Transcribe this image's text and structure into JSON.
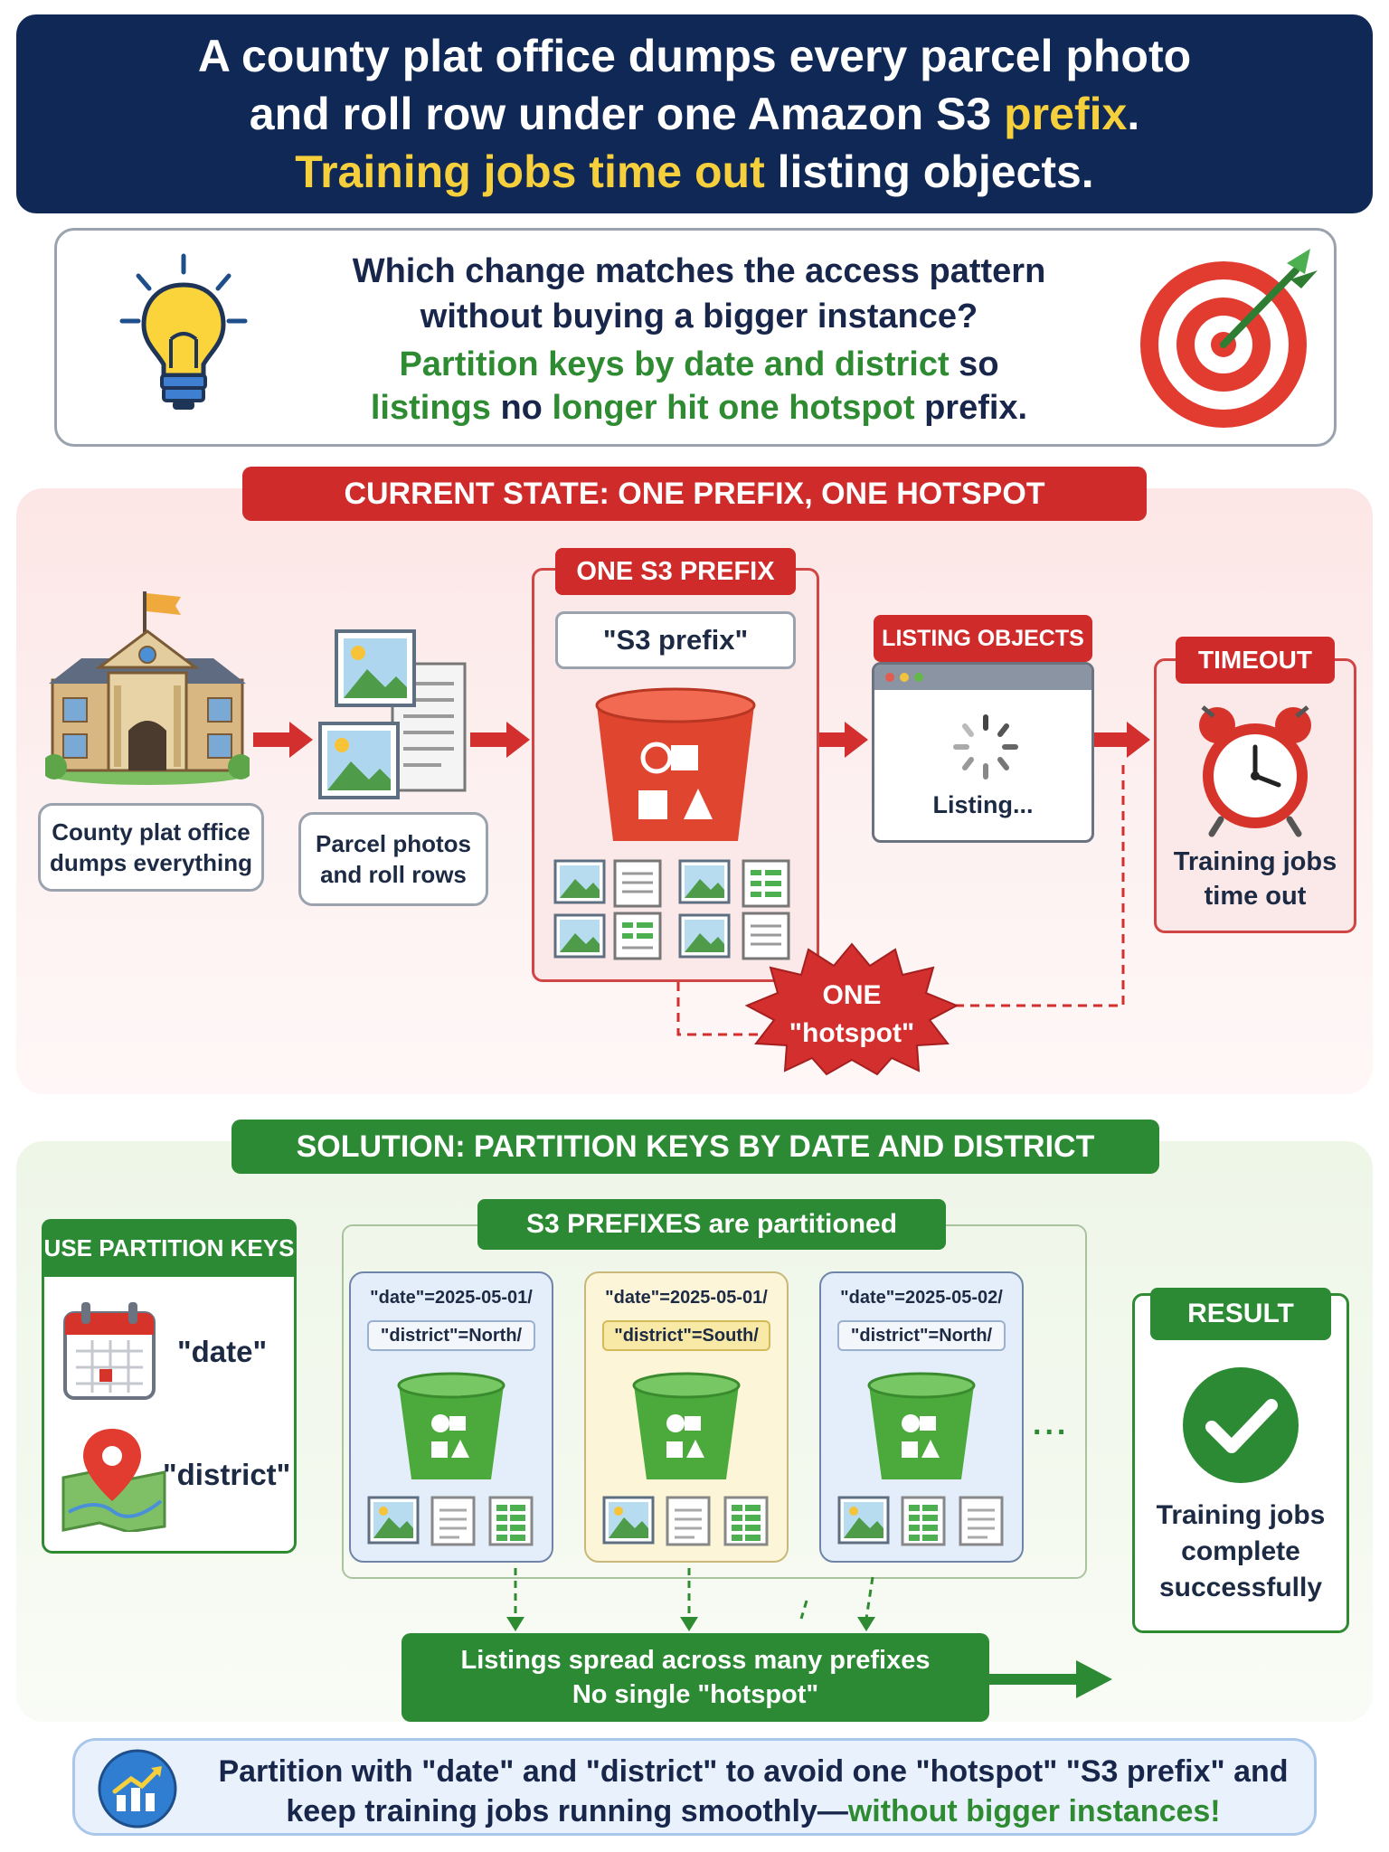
{
  "header": {
    "line1": "A county plat office dumps every parcel photo",
    "line2_pre": "and roll row under one Amazon S3 ",
    "line2_hl": "prefix",
    "line2_post": ".",
    "line3_hl": "Training jobs time out",
    "line3_post": " listing objects."
  },
  "question": {
    "line1": "Which change matches the access pattern",
    "line2": "without buying a bigger instance?",
    "ans_1a": "Partition keys by date and district",
    "ans_1b": " so",
    "ans_2a": "listings",
    "ans_2b": " no ",
    "ans_2c": "longer hit one hotspot",
    "ans_2d": " prefix."
  },
  "current": {
    "banner": "CURRENT STATE: ONE PREFIX, ONE HOTSPOT",
    "office_l1": "County plat office",
    "office_l2": "dumps everything",
    "photos_l1": "Parcel photos",
    "photos_l2": "and roll rows",
    "prefix_tag": "ONE S3 PREFIX",
    "prefix_label": "\"S3 prefix\"",
    "listing_tag": "LISTING OBJECTS",
    "listing_text": "Listing...",
    "timeout_tag": "TIMEOUT",
    "timeout_l1": "Training jobs",
    "timeout_l2": "time out",
    "hotspot_l1": "ONE",
    "hotspot_l2": "\"hotspot\""
  },
  "solution": {
    "banner": "SOLUTION: PARTITION KEYS BY DATE AND DISTRICT",
    "keys_tag": "USE PARTITION KEYS",
    "key_date": "\"date\"",
    "key_district": "\"district\"",
    "prefixes_tag": "S3 PREFIXES are partitioned",
    "prefixes": [
      {
        "date": "\"date\"=2025-05-01/",
        "district": "\"district\"=North/"
      },
      {
        "date": "\"date\"=2025-05-01/",
        "district": "\"district\"=South/"
      },
      {
        "date": "\"date\"=2025-05-02/",
        "district": "\"district\"=North/"
      }
    ],
    "ellipsis": "...",
    "spread_l1": "Listings spread across many prefixes",
    "spread_l2": "No single \"hotspot\"",
    "result_tag": "RESULT",
    "result_l1": "Training jobs",
    "result_l2": "complete",
    "result_l3": "successfully"
  },
  "footer": {
    "line1": "Partition with \"date\" and \"district\" to avoid one \"hotspot\" \"S3 prefix\" and",
    "line2_pre": "keep training jobs running smoothly—",
    "line2_hl": "without bigger instances!"
  },
  "colors": {
    "navy": "#0f2855",
    "red": "#cf2b2b",
    "green": "#2c8a34",
    "yellow": "#f6cf3d"
  }
}
